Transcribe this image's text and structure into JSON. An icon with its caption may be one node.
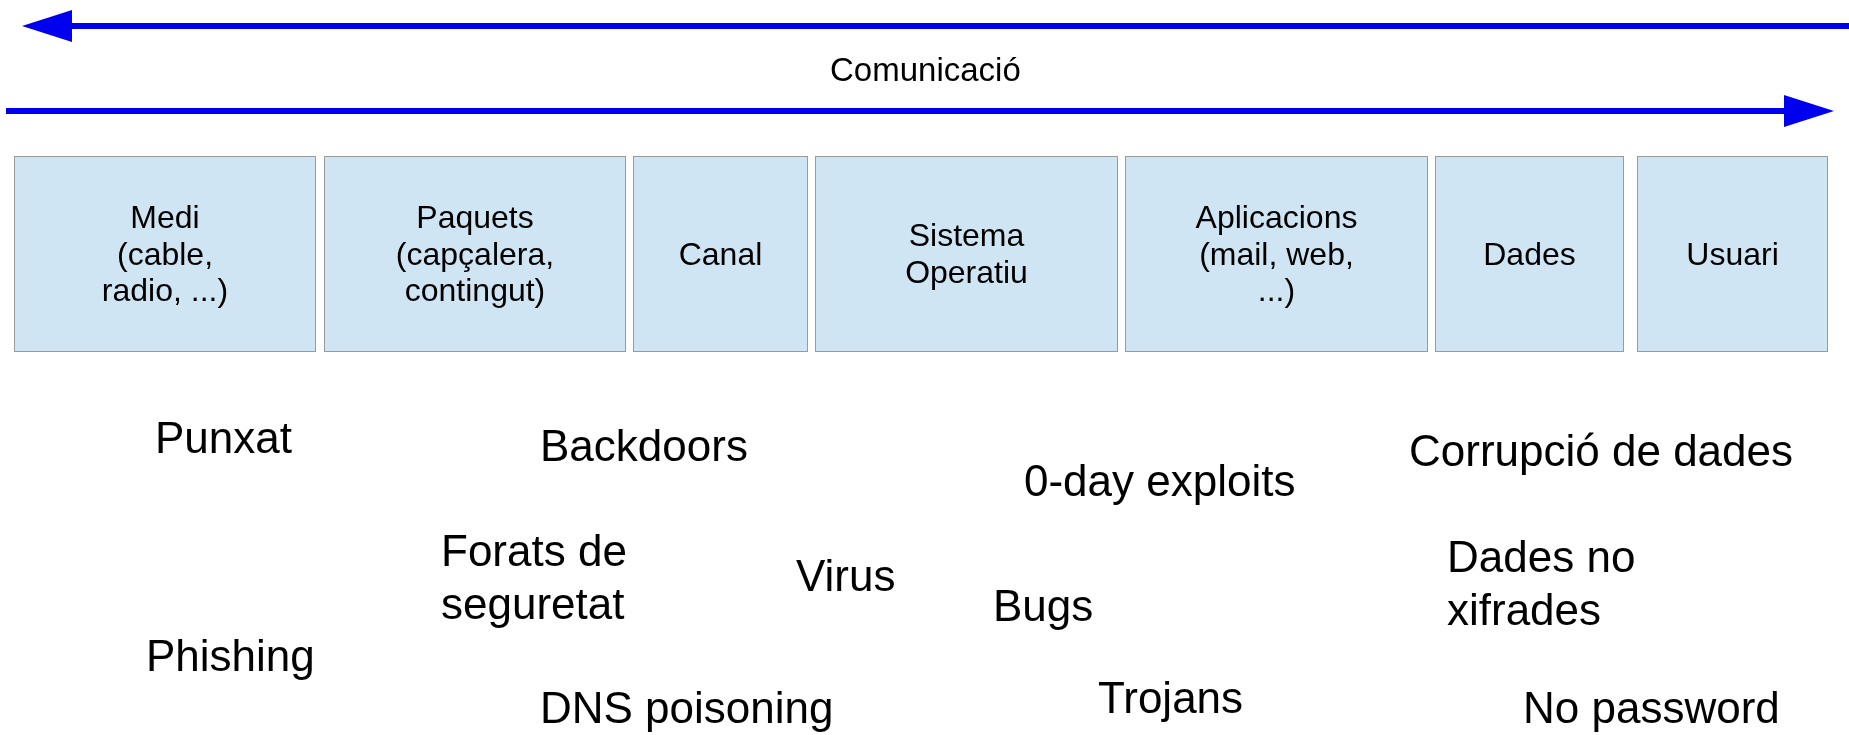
{
  "diagram": {
    "nodes": [
      {
        "text": [
          "Medi (cable, radio, ...)"
        ]
      },
      {
        "text": [
          "Paquets (capçalera, contingut)"
        ]
      },
      {
        "text": [
          "Canal"
        ]
      },
      {
        "text": [
          "Sistema Operatiu"
        ]
      },
      {
        "text": [
          "Aplicacions (mail, web, ...)"
        ]
      },
      {
        "text": [
          "Dades"
        ]
      },
      {
        "text": [
          "Usuari"
        ]
      }
    ],
    "edges": [],
    "labels": [
      "Comunicació",
      "Punxat",
      "Backdoors",
      "Corrupció de dades",
      "0-day exploits",
      "Forats de seguretat",
      "Dades no xifrades",
      "Virus",
      "Bugs",
      "Phishing",
      "DNS poisoning",
      "Trojans",
      "No password"
    ]
  }
}
